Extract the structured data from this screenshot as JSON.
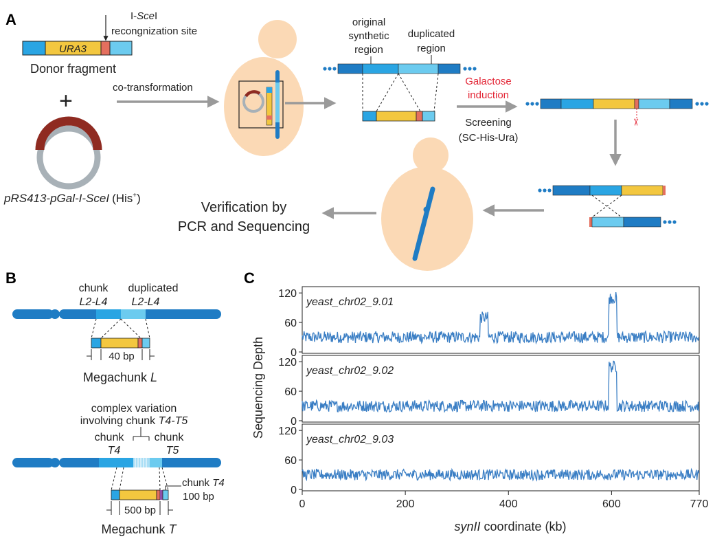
{
  "colors": {
    "dark_blue": "#1f7cc4",
    "mid_blue": "#2aa5e3",
    "light_blue": "#6ccbef",
    "yellow": "#f3c73f",
    "salmon": "#e46f5e",
    "maroon": "#8f2b21",
    "gray": "#a8b1b7",
    "cell": "#fbd9b5",
    "arrow": "#9a9a9a",
    "trace": "#3a7ec4",
    "red_text": "#e32636"
  },
  "panel_a": {
    "label": "A",
    "isce_site_label_pre": "I-",
    "isce_site_label_italic": "Sce",
    "isce_site_label_post": "I",
    "isce_site_label_line2": "recongnization site",
    "ura3": "URA3",
    "donor_fragment": "Donor fragment",
    "plus": "+",
    "plasmid_name": "pRS413-pGal-I-SceI",
    "plasmid_marker": "(His",
    "plasmid_marker_sup": "+",
    "plasmid_marker_end": ")",
    "co_transformation": "co-transformation",
    "original_l1": "original",
    "original_l2": "synthetic",
    "original_l3": "region",
    "duplicated_l1": "duplicated",
    "duplicated_l2": "region",
    "galactose_l1": "Galactose",
    "galactose_l2": "induction",
    "screening_l1": "Screening",
    "screening_l2": "(SC-His-Ura)",
    "verification_l1": "Verification by",
    "verification_l2": "PCR and Sequencing",
    "scissors": "✂"
  },
  "panel_b": {
    "label": "B",
    "chunk": "chunk",
    "l2l4": "L2-L4",
    "duplicated": "duplicated",
    "bp40": "40 bp",
    "megachunk_l_pre": "Megachunk ",
    "megachunk_l_it": "L",
    "complex_l1": "complex variation",
    "complex_l2_pre": "involving chunk ",
    "complex_l2_it": "T4-T5",
    "t4": "T4",
    "t5": "T5",
    "chunk_t4_pre": "chunk ",
    "chunk_t4_it": "T4",
    "bp100": "100 bp",
    "bp500": "500 bp",
    "megachunk_t_pre": "Megachunk ",
    "megachunk_t_it": "T"
  },
  "panel_c": {
    "label": "C",
    "ylabel": "Sequencing Depth",
    "xlabel_it": "synII",
    "xlabel_rest": " coordinate (kb)"
  },
  "chart_data": {
    "type": "line",
    "xlabel": "synII coordinate (kb)",
    "ylabel": "Sequencing Depth",
    "xlim": [
      0,
      770
    ],
    "ylim": [
      0,
      130
    ],
    "x_ticks": [
      0,
      200,
      400,
      600,
      770
    ],
    "y_ticks": [
      0,
      60,
      120
    ],
    "series": [
      {
        "name": "yeast_chr02_9.01",
        "baseline": 30,
        "noise": 12,
        "elevated": [
          {
            "x": [
              345,
              360
            ],
            "y": 70
          },
          {
            "x": [
              595,
              610
            ],
            "y": 110
          }
        ]
      },
      {
        "name": "yeast_chr02_9.02",
        "baseline": 30,
        "noise": 12,
        "elevated": [
          {
            "x": [
              595,
              610
            ],
            "y": 110
          }
        ]
      },
      {
        "name": "yeast_chr02_9.03",
        "baseline": 30,
        "noise": 11,
        "elevated": []
      }
    ]
  }
}
